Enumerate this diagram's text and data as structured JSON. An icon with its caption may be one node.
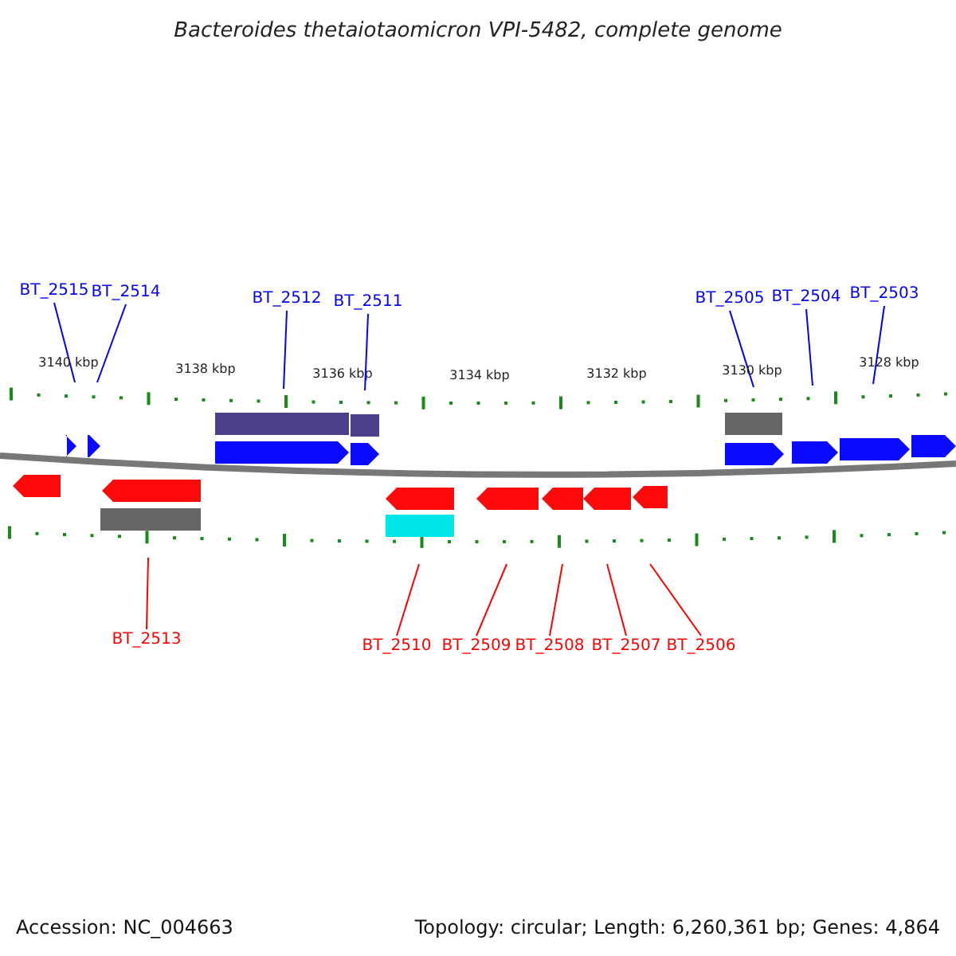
{
  "diagram": {
    "title": "Bacteroides thetaiotaomicron VPI-5482, complete genome",
    "nodes": [
      {
        "text": [
          "BT_2515"
        ]
      },
      {
        "text": [
          "BT_2514"
        ]
      },
      {
        "text": [
          "BT_2512"
        ]
      },
      {
        "text": [
          "BT_2511"
        ]
      },
      {
        "text": [
          "BT_2505"
        ]
      },
      {
        "text": [
          "BT_2504"
        ]
      },
      {
        "text": [
          "BT_2503"
        ]
      },
      {
        "text": [
          "BT_2513"
        ]
      },
      {
        "text": [
          "BT_2510"
        ]
      },
      {
        "text": [
          "BT_2509"
        ]
      },
      {
        "text": [
          "BT_2508"
        ]
      },
      {
        "text": [
          "BT_2507"
        ]
      },
      {
        "text": [
          "BT_2506"
        ]
      },
      {
        "text": [],
        "shape": "ruler"
      },
      {
        "text": [],
        "shape": "ruler"
      }
    ],
    "edges": [
      {
        "from": 0,
        "to": 13,
        "arrow": "none",
        "color": "#0000ff"
      },
      {
        "from": 1,
        "to": 13,
        "arrow": "none",
        "color": "#0000ff"
      },
      {
        "from": 2,
        "to": 13,
        "arrow": "none",
        "color": "#0000ff"
      },
      {
        "from": 3,
        "to": 13,
        "arrow": "none",
        "color": "#0000ff"
      },
      {
        "from": 4,
        "to": 13,
        "arrow": "none",
        "color": "#0000ff"
      },
      {
        "from": 5,
        "to": 13,
        "arrow": "none",
        "color": "#0000ff"
      },
      {
        "from": 6,
        "to": 13,
        "arrow": "none",
        "color": "#0000ff"
      },
      {
        "from": 7,
        "to": 14,
        "arrow": "none",
        "color": "#ff0000"
      },
      {
        "from": 8,
        "to": 14,
        "arrow": "none",
        "color": "#ff0000"
      },
      {
        "from": 9,
        "to": 14,
        "arrow": "none",
        "color": "#ff0000"
      },
      {
        "from": 10,
        "to": 14,
        "arrow": "none",
        "color": "#ff0000"
      },
      {
        "from": 11,
        "to": 14,
        "arrow": "none",
        "color": "#ff0000"
      },
      {
        "from": 12,
        "to": 14,
        "arrow": "none",
        "color": "#ff0000"
      }
    ],
    "labels": [
      "3140 kbp",
      "3138 kbp",
      "3136 kbp",
      "3134 kbp",
      "3132 kbp",
      "3130 kbp",
      "3128 kbp",
      "Accession: NC_004663",
      "Topology: circular; Length: 6,260,361 bp; Genes: 4,864"
    ]
  }
}
